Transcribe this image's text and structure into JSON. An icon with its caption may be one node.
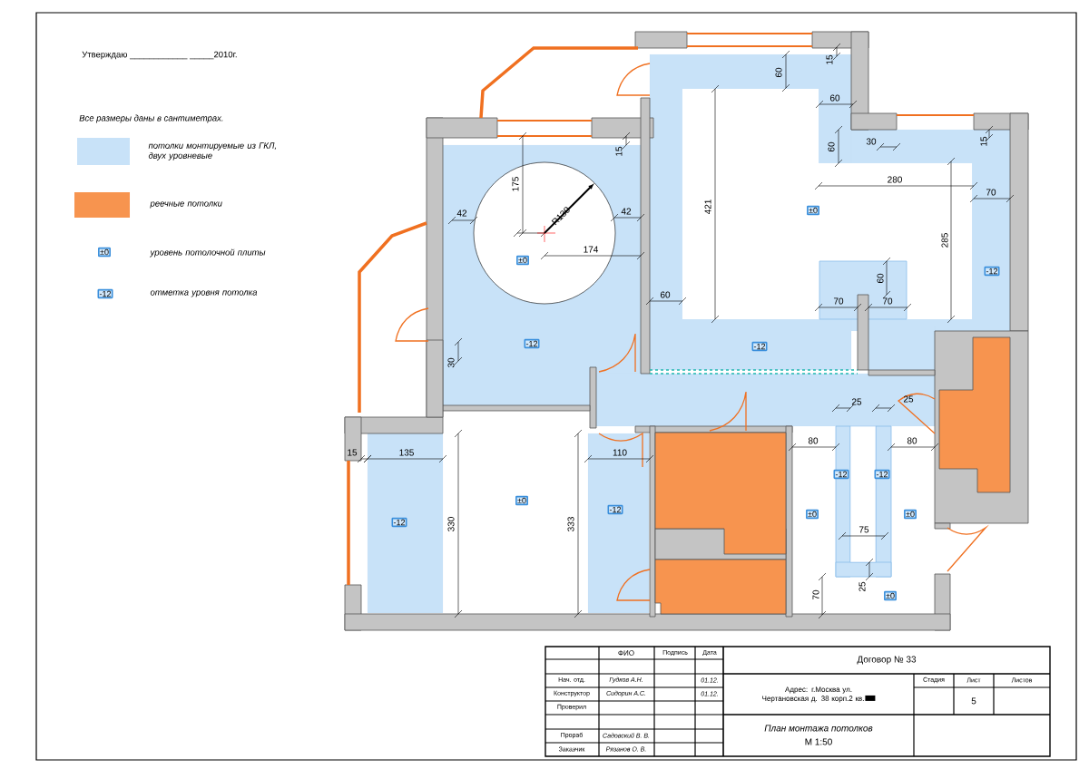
{
  "diagram": {
    "labels": [
      "Утверждаю ____________ _____2010г.",
      "Все размеры даны в сантиметрах.",
      "±0",
      "-12",
      "60",
      "15",
      "60",
      "15",
      "60",
      "30",
      "15",
      "175",
      "280",
      "70",
      "421",
      "±0",
      "R130",
      "42",
      "42",
      "285",
      "174",
      "±0",
      "-12",
      "60",
      "60",
      "70",
      "70",
      "-12",
      "-12",
      "30",
      "25",
      "25",
      "80",
      "80",
      "15",
      "135",
      "110",
      "-12",
      "-12",
      "±0",
      "-12",
      "±0",
      "±0",
      "-12",
      "330",
      "333",
      "75",
      "25",
      "70",
      "±0",
      "ФИО",
      "Подпись",
      "Дата",
      "Договор № 33",
      "Нач. отд.",
      "Гудков А.Н.",
      "01.12.",
      "Стадия",
      "Лист",
      "Листов",
      "Конструктор",
      "Сидорин А.С.",
      "01.12.",
      "Адрес: г.Москва ул. Чертановская д. 38 корп.2 кв.",
      "5",
      "Проверил",
      "План монтажа потолков",
      "М 1:50",
      "Прораб",
      "Садовский В. В.",
      "Заказчик",
      "Рязанов О. В."
    ],
    "legend": [
      {
        "text": "потолки монтируемые из ГКЛ, двух уровневые",
        "color": "#c8e2f8"
      },
      {
        "text": "реечные потолки",
        "color": "#f7944f"
      },
      {
        "text": "уровень потолочной плиты"
      },
      {
        "text": "отметка уровня потолка"
      }
    ]
  }
}
